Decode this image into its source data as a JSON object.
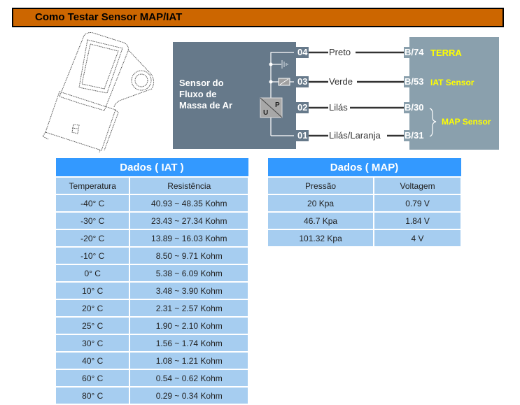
{
  "title": "Como Testar Sensor MAP/IAT",
  "diagram": {
    "module_label": [
      "Sensor do",
      "Fluxo de",
      "Massa de Ar"
    ],
    "element_letters": {
      "u": "U",
      "p": "P"
    },
    "pins": [
      {
        "sensor_pin": "04",
        "wire": "Preto",
        "ecu_pin": "B/74",
        "function": "TERRA"
      },
      {
        "sensor_pin": "03",
        "wire": "Verde",
        "ecu_pin": "B/53",
        "function": "IAT Sensor"
      },
      {
        "sensor_pin": "02",
        "wire": "Lilás",
        "ecu_pin": "B/30",
        "function": ""
      },
      {
        "sensor_pin": "01",
        "wire": "Lilás/Laranja",
        "ecu_pin": "B/31",
        "function": ""
      }
    ],
    "map_group_label": "MAP Sensor",
    "colors": {
      "module": "#66798a",
      "ecu": "#8aa0ad",
      "label": "#ffff00"
    }
  },
  "iat_table": {
    "title": "Dados ( IAT )",
    "columns": [
      "Temperatura",
      "Resistência"
    ],
    "rows": [
      [
        "-40° C",
        "40.93 ~ 48.35 Kohm"
      ],
      [
        "-30° C",
        "23.43 ~ 27.34 Kohm"
      ],
      [
        "-20° C",
        "13.89 ~ 16.03 Kohm"
      ],
      [
        "-10° C",
        "8.50 ~ 9.71 Kohm"
      ],
      [
        "0° C",
        "5.38 ~ 6.09 Kohm"
      ],
      [
        "10° C",
        "3.48 ~ 3.90 Kohm"
      ],
      [
        "20° C",
        "2.31 ~ 2.57 Kohm"
      ],
      [
        "25° C",
        "1.90 ~ 2.10 Kohm"
      ],
      [
        "30° C",
        "1.56 ~ 1.74 Kohm"
      ],
      [
        "40° C",
        "1.08 ~ 1.21 Kohm"
      ],
      [
        "60° C",
        "0.54 ~ 0.62 Kohm"
      ],
      [
        "80° C",
        "0.29 ~ 0.34 Kohm"
      ]
    ]
  },
  "map_table": {
    "title": "Dados ( MAP)",
    "columns": [
      "Pressão",
      "Voltagem"
    ],
    "rows": [
      [
        "20 Kpa",
        "0.79 V"
      ],
      [
        "46.7 Kpa",
        "1.84 V"
      ],
      [
        "101.32 Kpa",
        "4 V"
      ]
    ]
  }
}
